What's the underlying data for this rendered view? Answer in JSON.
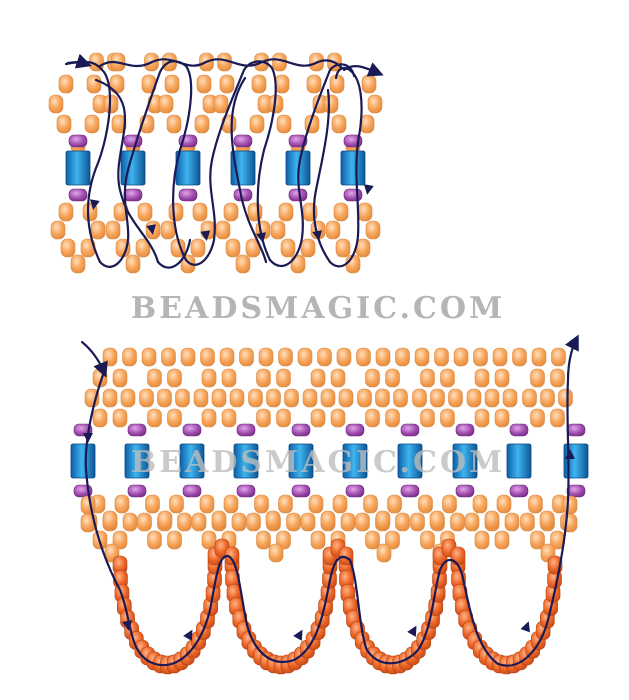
{
  "watermark": {
    "middle": "BEADSMAGIC.COM",
    "overlay": "BEADSMAGIC.COM"
  },
  "colors": {
    "background": "#ffffff",
    "seed_bead_orange": "#f8a65c",
    "seed_bead_dark_orange": "#ef6a2a",
    "cylinder_bead_blue": "#1f8fd6",
    "small_bead_purple": "#a24fb0",
    "thread": "#1a1a55",
    "watermark_text": "#b5b5b5"
  },
  "diagrams": [
    {
      "name": "top-pattern",
      "blue_beads": 6
    },
    {
      "name": "bottom-pattern",
      "blue_beads": 10,
      "loops": 4
    }
  ]
}
